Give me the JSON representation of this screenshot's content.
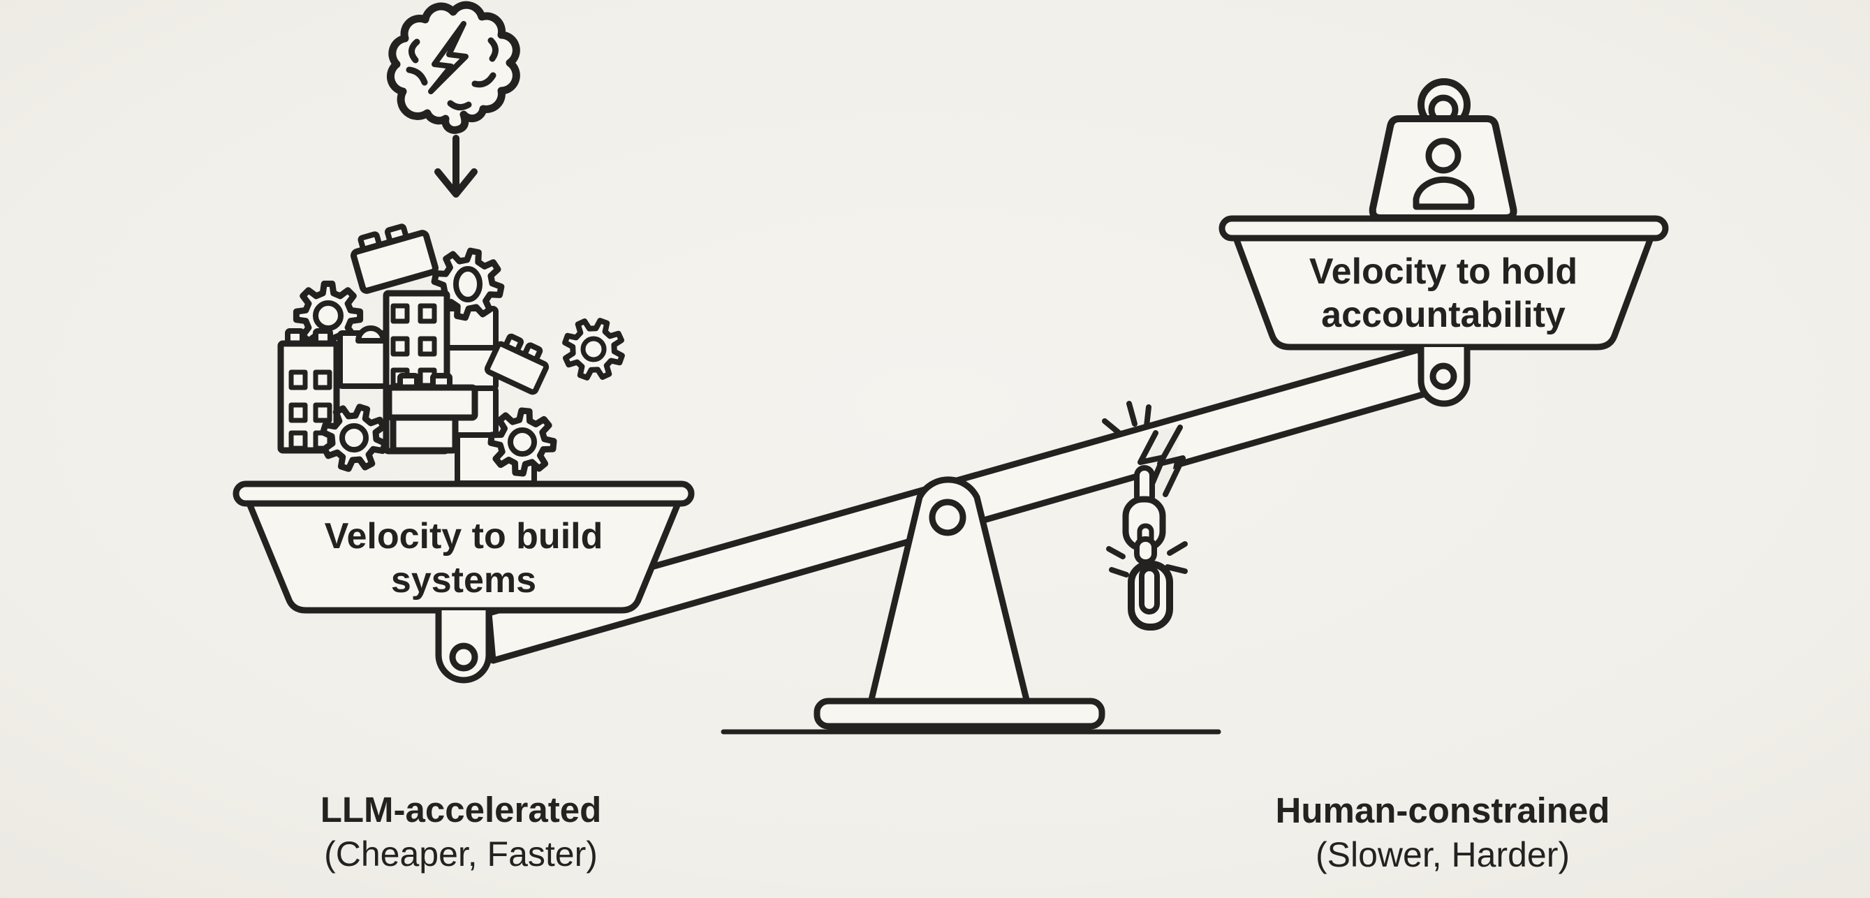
{
  "canvas": {
    "background_color": "#f1efe9",
    "ink_color": "#232220",
    "paper_color": "#f8f6f1",
    "style": "hand-drawn line-art balance scale diagram"
  },
  "top_icon": {
    "brain": "brain-lightning-icon",
    "arrow": "down-arrow-icon"
  },
  "scale": {
    "state": "left pan heavy and lowered, right pan raised, beam cracked near right arm with broken chain",
    "left_pan": {
      "label_line1": "Velocity to build",
      "label_line2": "systems",
      "load_icons": [
        "gear-icon",
        "lego-brick-icon",
        "building-icon"
      ]
    },
    "right_pan": {
      "label_line1": "Velocity to hold",
      "label_line2": "accountability",
      "load_icons": [
        "weight-icon",
        "person-icon"
      ]
    },
    "center_icons": [
      "fulcrum",
      "pivot-hole",
      "broken-chain-icon",
      "break-spark-icon"
    ]
  },
  "captions": {
    "left": {
      "title": "LLM-accelerated",
      "subtitle": "(Cheaper, Faster)"
    },
    "right": {
      "title": "Human-constrained",
      "subtitle": "(Slower, Harder)"
    }
  }
}
